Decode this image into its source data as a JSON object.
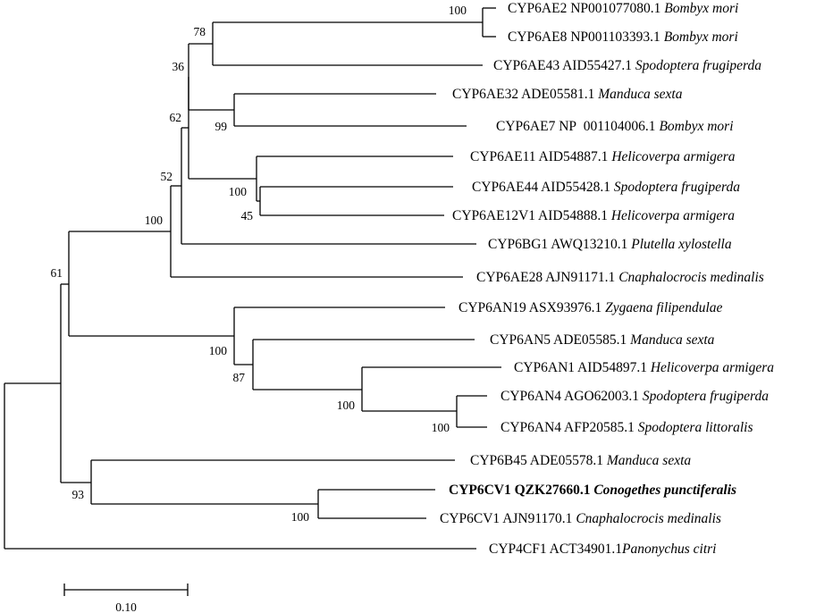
{
  "taxa": [
    {
      "id": "ae2",
      "label": "CYP6AE2 NP001077080.1",
      "species": "Bombyx mori"
    },
    {
      "id": "ae8",
      "label": "CYP6AE8 NP001103393.1",
      "species": "Bombyx mori"
    },
    {
      "id": "ae43",
      "label": "CYP6AE43 AID55427.1",
      "species": "Spodoptera frugiperda"
    },
    {
      "id": "ae32",
      "label": "CYP6AE32 ADE05581.1",
      "species": "Manduca sexta"
    },
    {
      "id": "ae7",
      "label": "CYP6AE7 NP  001104006.1",
      "species": "Bombyx mori"
    },
    {
      "id": "ae11",
      "label": "CYP6AE11 AID54887.1",
      "species": "Helicoverpa armigera"
    },
    {
      "id": "ae44",
      "label": "CYP6AE44 AID55428.1",
      "species": "Spodoptera frugiperda"
    },
    {
      "id": "ae12",
      "label": "CYP6AE12V1 AID54888.1",
      "species": "Helicoverpa armigera"
    },
    {
      "id": "bg1",
      "label": "CYP6BG1 AWQ13210.1",
      "species": "Plutella xylostella"
    },
    {
      "id": "ae28",
      "label": "CYP6AE28 AJN91171.1",
      "species": "Cnaphalocrocis medinalis"
    },
    {
      "id": "an19",
      "label": "CYP6AN19 ASX93976.1",
      "species": "Zygaena filipendulae"
    },
    {
      "id": "an5",
      "label": "CYP6AN5 ADE05585.1",
      "species": "Manduca sexta"
    },
    {
      "id": "an1",
      "label": "CYP6AN1 AID54897.1",
      "species": "Helicoverpa armigera"
    },
    {
      "id": "an4a",
      "label": "CYP6AN4 AGO62003.1",
      "species": "Spodoptera frugiperda"
    },
    {
      "id": "an4b",
      "label": "CYP6AN4 AFP20585.1",
      "species": "Spodoptera littoralis"
    },
    {
      "id": "b45",
      "label": "CYP6B45 ADE05578.1",
      "species": "Manduca sexta"
    },
    {
      "id": "cv1a",
      "label": "CYP6CV1 QZK27660.1",
      "species": "Conogethes punctiferalis",
      "highlight": true
    },
    {
      "id": "cv1b",
      "label": "CYP6CV1 AJN91170.1",
      "species": "Cnaphalocrocis medinalis"
    },
    {
      "id": "cf1",
      "label": "CYP4CF1 ACT34901.1",
      "species": "Panonychus citri",
      "nospace": true
    }
  ],
  "support_values": {
    "n_ae2_8": "100",
    "n_78": "78",
    "n_36": "36",
    "n_ae32_7": "99",
    "n_62": "62",
    "n_ae11grp": "100",
    "n_ae44_12": "45",
    "n_52": "52",
    "n_100a": "100",
    "n_61": "61",
    "n_an4": "100",
    "n_an1grp": "100",
    "n_87": "87",
    "n_an_clade": "100",
    "n_cv1": "100",
    "n_93": "93"
  },
  "scale_bar": {
    "label": "0.10"
  }
}
